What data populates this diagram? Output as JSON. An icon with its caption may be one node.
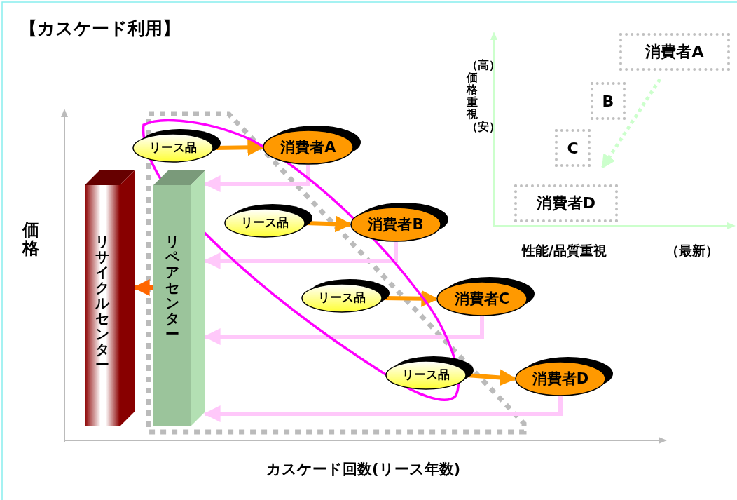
{
  "diagram": {
    "title": "【カスケード利用】",
    "nodes": [
      {
        "text": [
          "リサイクルセンター"
        ]
      },
      {
        "text": [
          "リペアセンター"
        ]
      },
      {
        "text": [
          "リース品"
        ]
      },
      {
        "text": [
          "消費者A"
        ]
      },
      {
        "text": [
          "リース品"
        ]
      },
      {
        "text": [
          "消費者B"
        ]
      },
      {
        "text": [
          "リース品"
        ]
      },
      {
        "text": [
          "消費者C"
        ]
      },
      {
        "text": [
          "リース品"
        ]
      },
      {
        "text": [
          "消費者D"
        ]
      },
      {
        "text": [
          "消費者A"
        ]
      },
      {
        "text": [
          "B"
        ]
      },
      {
        "text": [
          "C"
        ]
      },
      {
        "text": [
          "消費者D"
        ]
      }
    ],
    "edges": [
      {
        "from": 2,
        "to": 3,
        "arrow": "to"
      },
      {
        "from": 3,
        "to": 1,
        "arrow": "to",
        "color": "#ffc8fa"
      },
      {
        "from": 4,
        "to": 5,
        "arrow": "to"
      },
      {
        "from": 5,
        "to": 1,
        "arrow": "to",
        "color": "#ffc8fa"
      },
      {
        "from": 6,
        "to": 7,
        "arrow": "to"
      },
      {
        "from": 7,
        "to": 1,
        "arrow": "to",
        "color": "#ffc8fa"
      },
      {
        "from": 8,
        "to": 9,
        "arrow": "to"
      },
      {
        "from": 9,
        "to": 1,
        "arrow": "to",
        "color": "#ffc8fa"
      },
      {
        "from": 1,
        "to": 0,
        "arrow": "to",
        "color": "#ff6600"
      },
      {
        "from": 10,
        "to": 13,
        "arrow": "to",
        "style": "dashed",
        "color": "#ccffcc"
      }
    ],
    "labels": [
      "価格",
      "カスケード回数(リース年数)",
      "（高）価格重視（安）",
      "性能/品質重視",
      "（最新）"
    ]
  }
}
